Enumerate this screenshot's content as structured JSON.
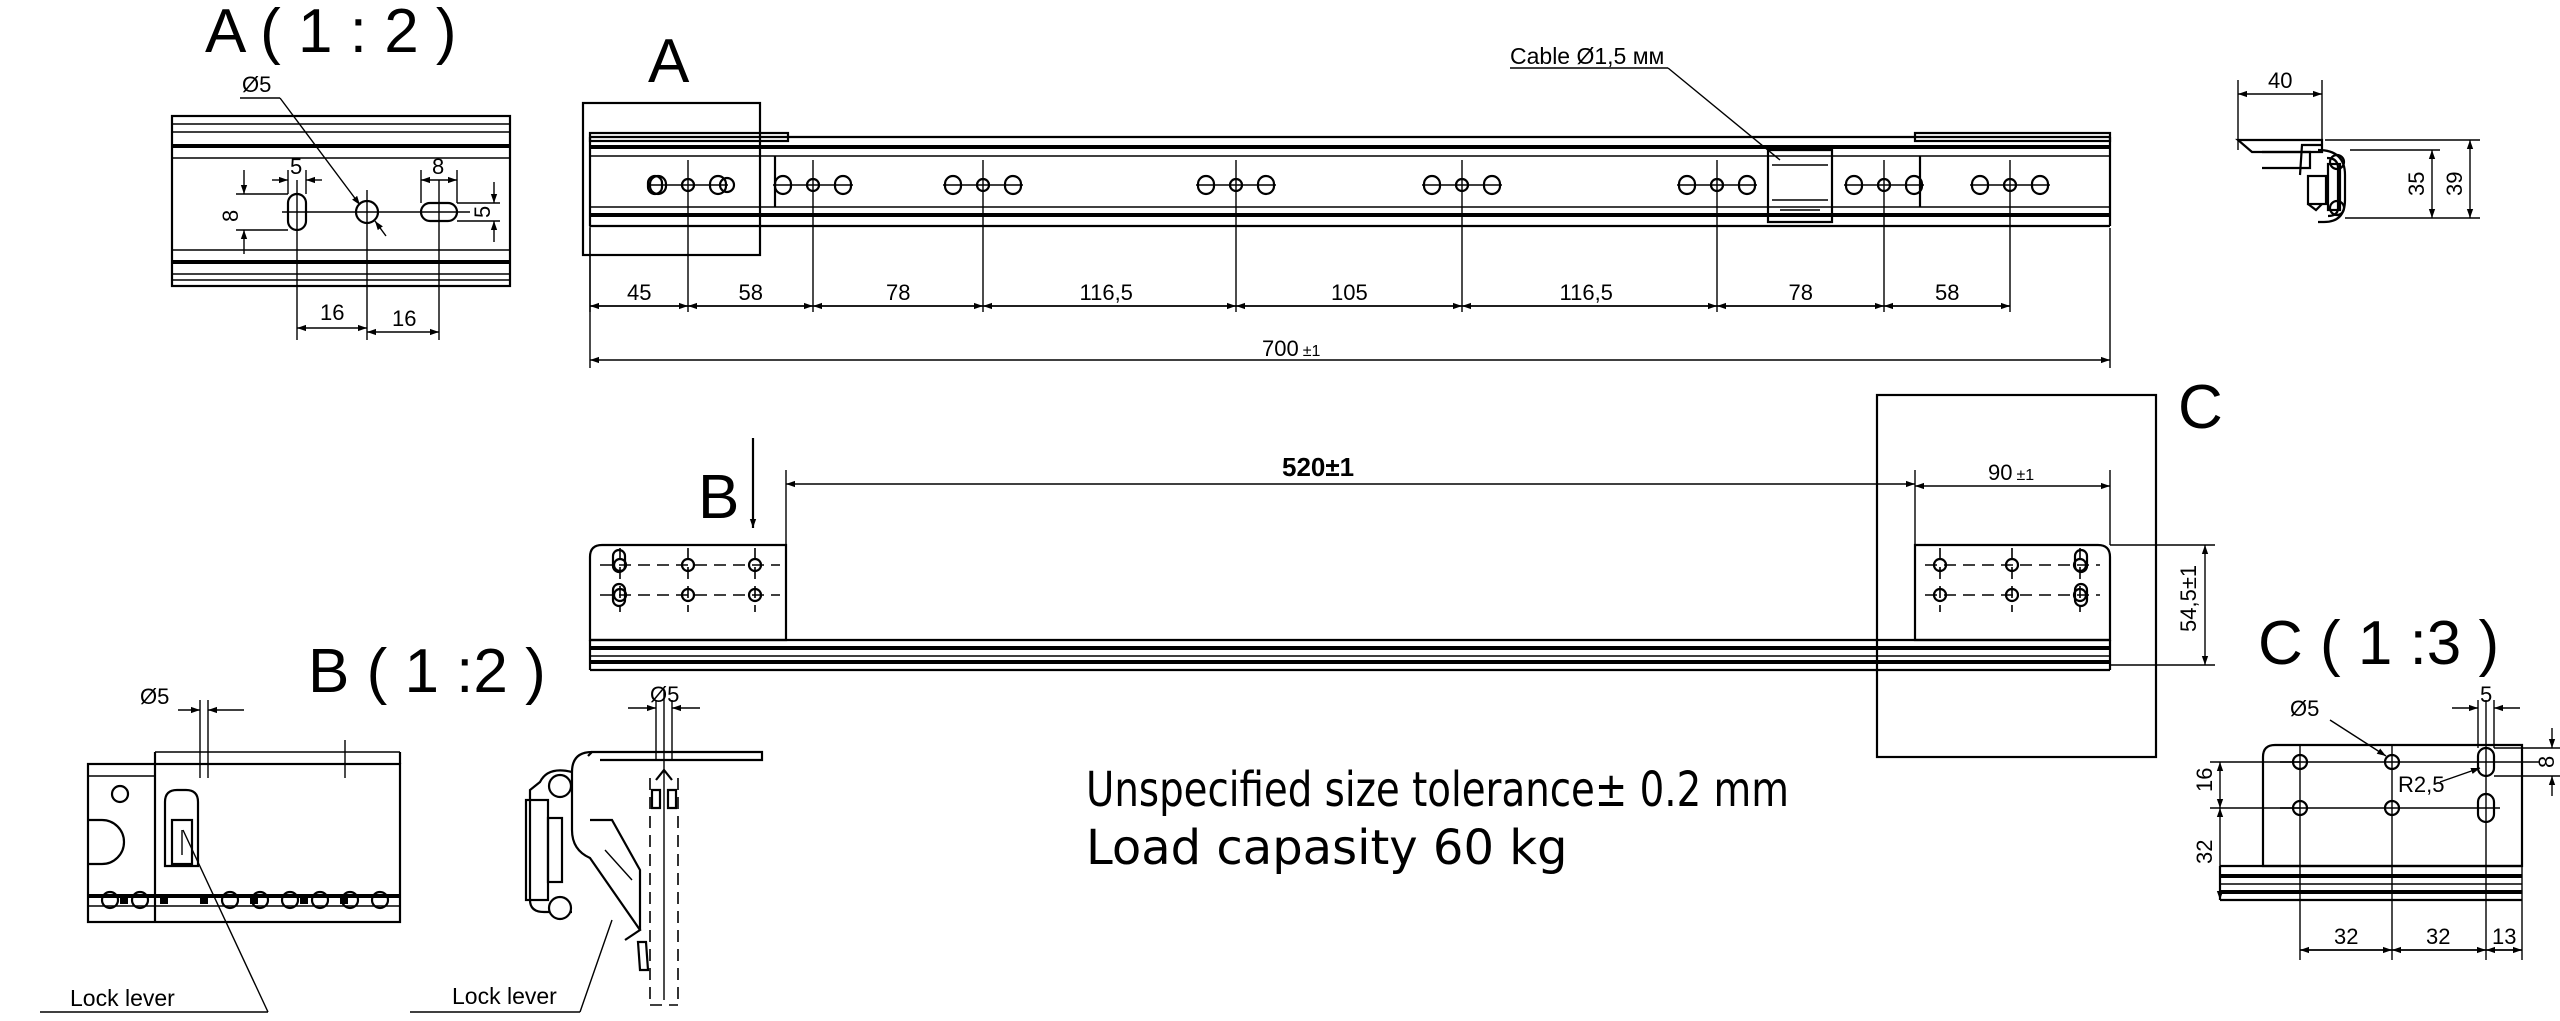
{
  "views": {
    "detail_a_title": "A ( 1 : 2 )",
    "main_a_label": "A",
    "b_label": "B",
    "c_label": "C",
    "detail_b_title": "B ( 1 :2 )",
    "detail_c_title": "C ( 1 :3 )"
  },
  "detail_a": {
    "hole_dia": "Ø5",
    "slot_w_left": "5",
    "slot_w_right": "8",
    "slot_h_left": "8",
    "slot_h_right": "5",
    "pitch_left": "16",
    "pitch_right": "16"
  },
  "top_view": {
    "cable_label": "Cable Ø1,5 мм",
    "spacings": [
      "45",
      "58",
      "78",
      "116,5",
      "105",
      "116,5",
      "78",
      "58"
    ],
    "overall_length": "700",
    "overall_tol": "±1"
  },
  "end_view": {
    "width": "40",
    "height_inner": "35",
    "height_outer": "39"
  },
  "side_view": {
    "span": "520±1",
    "c_span": "90",
    "c_span_tol": "±1",
    "height": "54,5±1"
  },
  "detail_b": {
    "hole_dia_left": "Ø5",
    "hole_dia_right": "Ø5",
    "lock_lever_left": "Lock lever",
    "lock_lever_right": "Lock lever"
  },
  "detail_c": {
    "hole_dia": "Ø5",
    "slot_w": "5",
    "slot_h": "8",
    "radius": "R2,5",
    "vert_16": "16",
    "vert_32": "32",
    "horiz": [
      "32",
      "32",
      "13"
    ]
  },
  "notes": {
    "tolerance": "Unspecified size tolerance± 0.2  mm",
    "load": "Load capasity 60 kg"
  }
}
